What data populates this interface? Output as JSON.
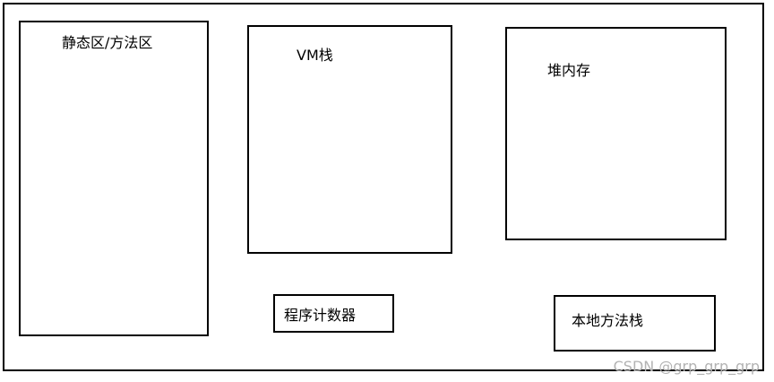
{
  "diagram": {
    "boxes": {
      "static_area": "静态区/方法区",
      "vm_stack": "VM栈",
      "heap": "堆内存",
      "program_counter": "程序计数器",
      "native_method_stack": "本地方法栈"
    },
    "watermark": "CSDN @grp_grp_grp",
    "colors": {
      "border": "#000000",
      "background": "#ffffff",
      "watermark": "#b3b3b3"
    }
  }
}
